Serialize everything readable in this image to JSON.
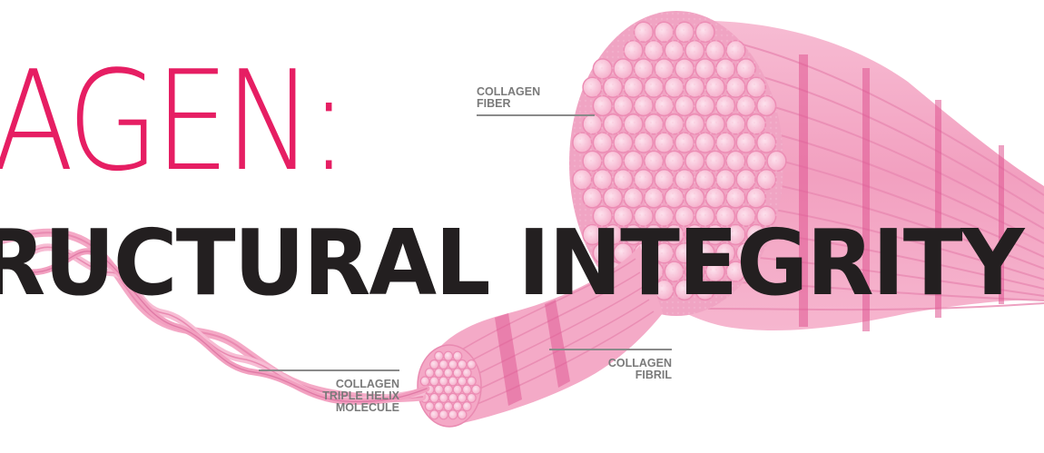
{
  "headline": {
    "line1": "AGEN:",
    "line2": "RUCTURAL INTEGRITY"
  },
  "labels": {
    "fiber": [
      "COLLAGEN",
      "FIBER"
    ],
    "fibril": [
      "COLLAGEN",
      "FIBRIL"
    ],
    "helix": [
      "COLLAGEN",
      "TRIPLE HELIX",
      "MOLECULE"
    ]
  },
  "colors": {
    "accent": "#e61e63",
    "dark_text": "#231f20",
    "label_gray": "#7a7a7a",
    "fiber_pink": "#f3a3c2",
    "fiber_dark": "#e579a6",
    "fiber_light": "#fbd3e3"
  }
}
